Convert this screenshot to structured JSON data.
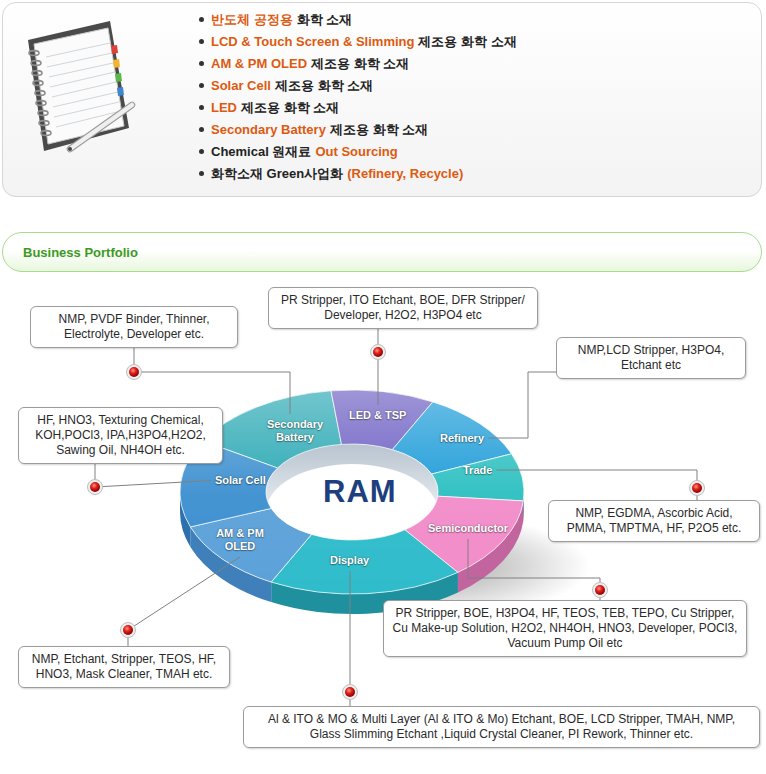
{
  "diagram": {
    "nodes": [
      {
        "text": [
          "반도체 공정용",
          "화학 소재",
          "LCD & Touch Screen & Slimming",
          "제조용 화학 소재",
          "AM & PM OLED",
          "제조용 화학 소재",
          "Solar Cell",
          "제조용 화학 소재",
          "LED",
          "제조용 화학 소재",
          "Secondary Battery",
          "제조용 화학 소재",
          "Chemical 원재료",
          "Out Sourcing",
          "화학소재 Green사업화",
          "(Refinery, Recycle)"
        ]
      },
      {
        "text": [
          "Business Portfolio"
        ]
      },
      {
        "text": [
          "PR Stripper, ITO Etchant, BOE, DFR Stripper/ Developer, H2O2, H3PO4 etc"
        ]
      },
      {
        "text": [
          "NMP, PVDF Binder, Thinner, Electrolyte, Developer etc."
        ]
      },
      {
        "text": [
          "NMP,LCD Stripper, H3PO4, Etchant etc"
        ]
      },
      {
        "text": [
          "HF, HNO3, Texturing Chemical, KOH,POCl3, IPA,H3PO4,H2O2, Sawing Oil, NH4OH etc."
        ]
      },
      {
        "text": [
          "Secondary Battery"
        ]
      },
      {
        "text": [
          "LED & TSP"
        ]
      },
      {
        "text": [
          "Refinery"
        ]
      },
      {
        "text": [
          "Trade"
        ]
      },
      {
        "text": [
          "Solar Cell"
        ]
      },
      {
        "text": [
          "Semiconductor"
        ]
      },
      {
        "text": [
          "AM & PM OLED"
        ]
      },
      {
        "text": [
          "Display"
        ]
      },
      {
        "text": [
          "NMP, EGDMA, Ascorbic Acid, PMMA, TMPTMA, HF, P2O5 etc."
        ]
      },
      {
        "text": [
          "PR Stripper, BOE, H3PO4, HF, TEOS, TEB, TEPO, Cu Stripper, Cu Make-up Solution, H2O2, NH4OH, HNO3, Developer, POCl3, Vacuum Pump Oil etc"
        ]
      },
      {
        "text": [
          "NMP, Etchant, Stripper, TEOS, HF, HNO3, Mask Cleaner, TMAH etc."
        ]
      },
      {
        "text": [
          "Al & ITO & MO & Multi Layer (Al & ITO & Mo) Etchant, BOE, LCD Stripper, TMAH, NMP, Glass Slimming Etchant ,Liquid Crystal Cleaner, PI Rework, Thinner etc."
        ]
      }
    ],
    "edges": [
      {
        "from": 2,
        "to": 7,
        "arrow": "none"
      },
      {
        "from": 3,
        "to": 6,
        "arrow": "none"
      },
      {
        "from": 4,
        "to": 8,
        "arrow": "none"
      },
      {
        "from": 5,
        "to": 10,
        "arrow": "none"
      },
      {
        "from": 14,
        "to": 9,
        "arrow": "none"
      },
      {
        "from": 15,
        "to": 11,
        "arrow": "none"
      },
      {
        "from": 16,
        "to": 12,
        "arrow": "none"
      },
      {
        "from": 17,
        "to": 13,
        "arrow": "none"
      }
    ],
    "labels": [
      "RAM"
    ]
  }
}
